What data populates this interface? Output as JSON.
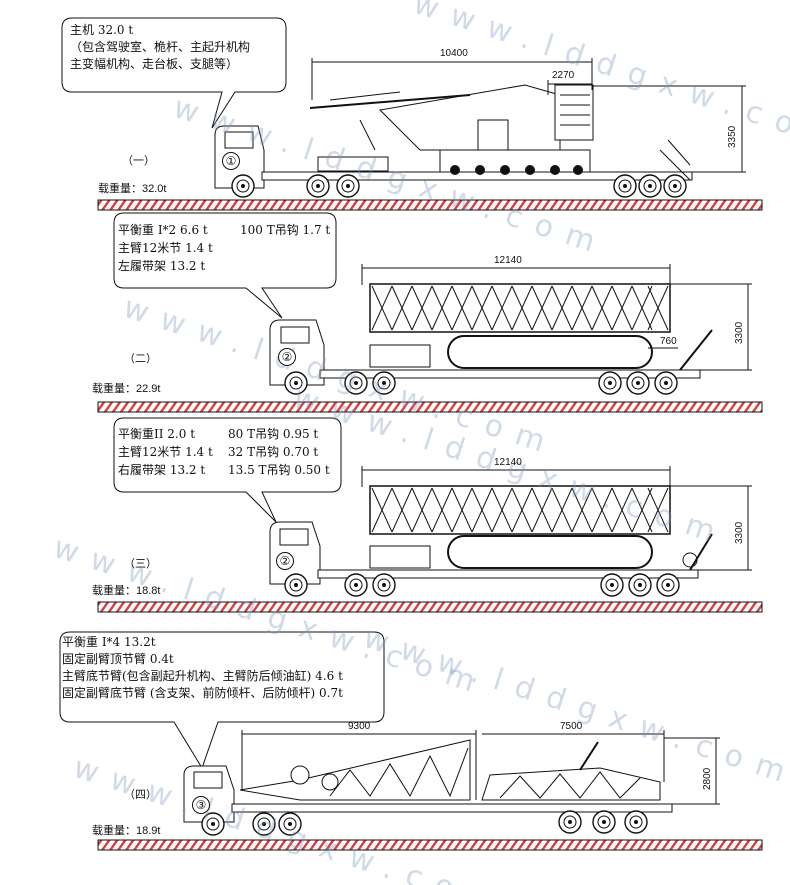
{
  "watermark": "www.lddgxw.com",
  "panels": [
    {
      "stage_label": "（一）",
      "truck_number": "①",
      "callout_lines": [
        "主机 32.0 t",
        "（包含驾驶室、桅杆、主起升机构",
        "主变幅机构、走台板、支腿等）"
      ],
      "load_caption": "载重量：32.0t",
      "dims": {
        "length": "10400",
        "sub_length": "2270",
        "height": "3350"
      }
    },
    {
      "stage_label": "（二）",
      "truck_number": "②",
      "callout_lines": [
        [
          "平衡重 I*2 6.6 t",
          "100 T吊钩  1.7 t"
        ],
        [
          "主臂12米节  1.4 t",
          ""
        ],
        [
          "左履带架 13.2 t",
          ""
        ]
      ],
      "load_caption": "载重量：22.9t",
      "dims": {
        "length": "12140",
        "sub_length": "760",
        "height": "3300"
      }
    },
    {
      "stage_label": "（三）",
      "truck_number": "②",
      "callout_lines": [
        [
          "平衡重II  2.0 t",
          "80 T吊钩 0.95 t"
        ],
        [
          "主臂12米节 1.4 t",
          "32 T吊钩  0.70 t"
        ],
        [
          "右履带架 13.2 t",
          "13.5 T吊钩  0.50 t"
        ]
      ],
      "load_caption": "载重量：18.8t",
      "dims": {
        "length": "12140",
        "height": "3300"
      }
    },
    {
      "stage_label": "（四）",
      "truck_number": "③",
      "callout_lines": [
        "平衡重 I*4   13.2t",
        "固定副臂顶节臂 0.4t",
        "主臂底节臂(包含副起升机构、主臂防后倾油缸) 4.6 t",
        "固定副臂底节臂 (含支架、前防倾杆、后防倾杆)  0.7t"
      ],
      "load_caption": "载重量：18.9t",
      "dims": {
        "length": "9300",
        "sub_length": "7500",
        "height": "2800"
      }
    }
  ]
}
